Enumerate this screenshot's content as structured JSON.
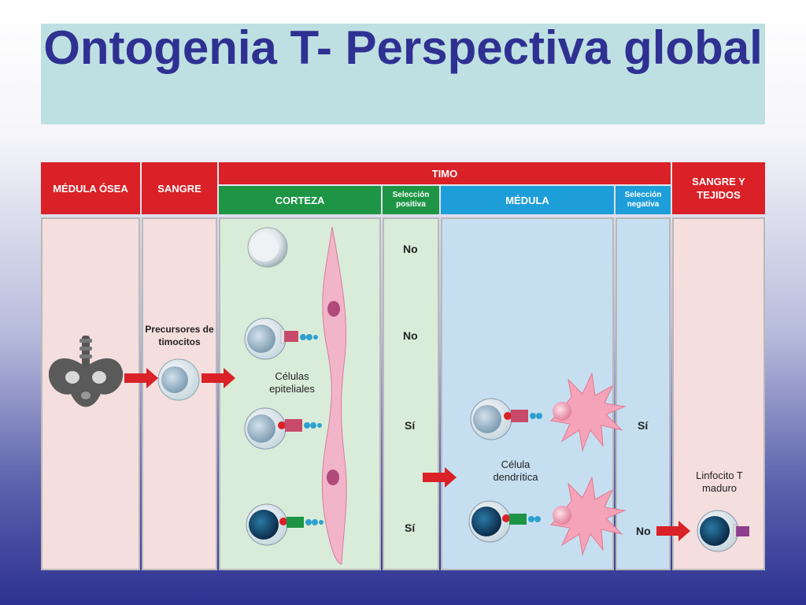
{
  "title": "Ontogenia T- Perspectiva global",
  "headers": {
    "medula_osea": "MÉDULA ÓSEA",
    "sangre": "SANGRE",
    "timo": "TIMO",
    "corteza": "CORTEZA",
    "seleccion_positiva": "Selección positiva",
    "medula": "MÉDULA",
    "seleccion_negativa": "Selección negativa",
    "sangre_tejidos": "SANGRE Y TEJIDOS"
  },
  "labels": {
    "precursores": "Precursores de timocitos",
    "celulas_epiteliales": "Células epiteliales",
    "celula_dendritica": "Célula dendrítica",
    "linfocito": "Linfocito T maduro"
  },
  "positive_selection": [
    "No",
    "No",
    "Sí",
    "Sí"
  ],
  "negative_selection": [
    "Sí",
    "No"
  ],
  "colors": {
    "title": "#2e3192",
    "header_red": "#d92127",
    "header_green": "#1d9545",
    "header_blue": "#1e9ed9",
    "bone_marrow_bg": "#f5dede",
    "cortex_bg": "#d9ecd9",
    "medulla_bg": "#c6dff0",
    "arrow": "#d92127"
  }
}
